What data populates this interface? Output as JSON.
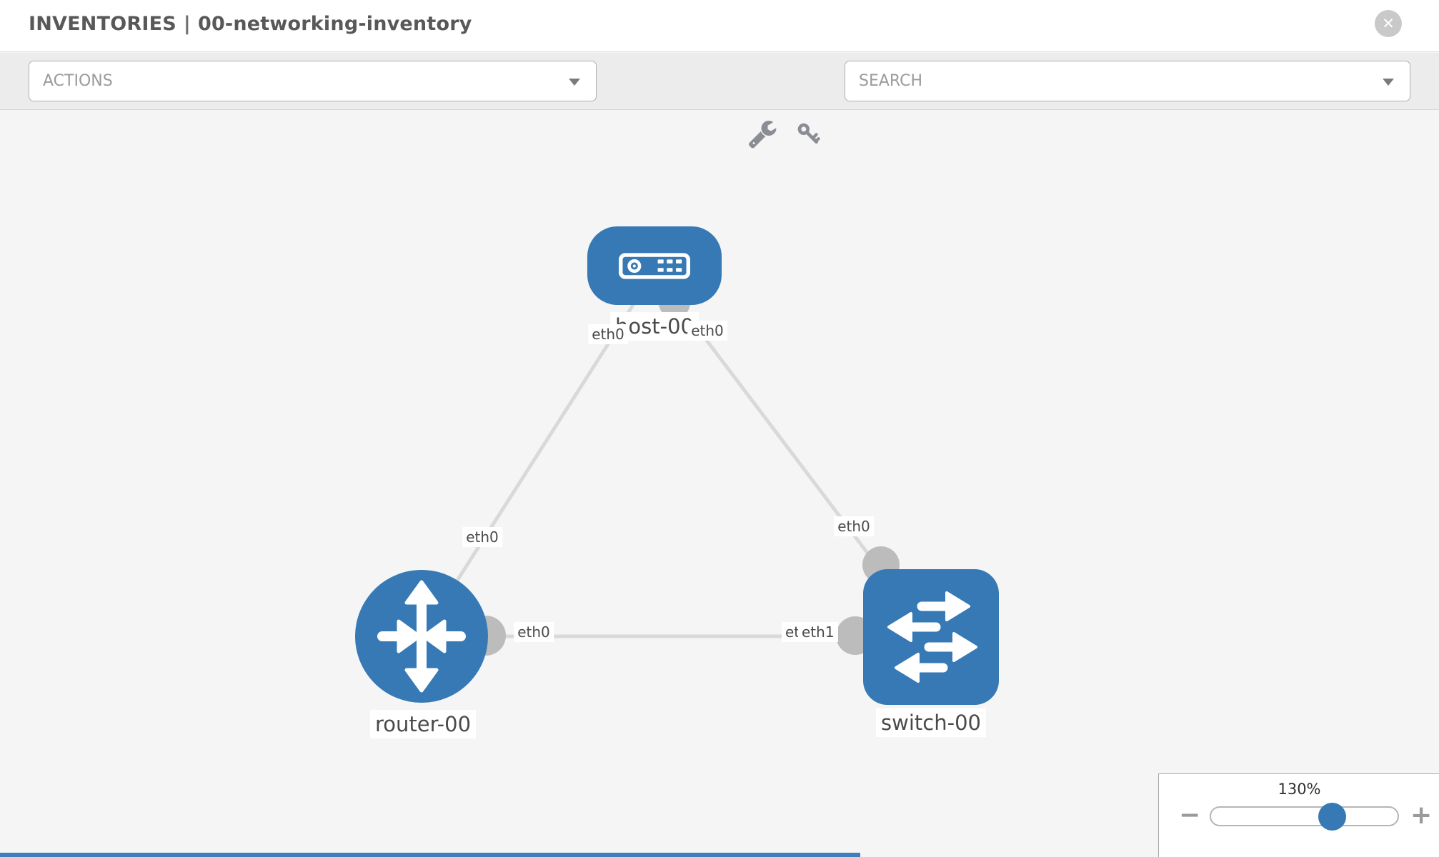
{
  "header": {
    "section": "INVENTORIES",
    "separator": "|",
    "inventory_name": "00-networking-inventory",
    "close_icon": "circle-x"
  },
  "toolbar": {
    "actions_placeholder": "ACTIONS",
    "search_placeholder": "SEARCH",
    "icons": [
      "wrench-icon",
      "key-icon"
    ]
  },
  "topology": {
    "nodes": [
      {
        "label": "host-00",
        "type": "host",
        "shape": "rounded-rect",
        "icon": "server-icon"
      },
      {
        "label": "router-00",
        "type": "router",
        "shape": "circle",
        "icon": "router-arrows-icon"
      },
      {
        "label": "switch-00",
        "type": "switch",
        "shape": "rounded-square",
        "icon": "switch-arrows-icon"
      }
    ],
    "links": [
      {
        "from": "router-00",
        "to": "host-00",
        "from_interface": "eth0",
        "to_interface": "eth0"
      },
      {
        "from": "host-00",
        "to": "switch-00",
        "from_interface": "eth0",
        "to_interface": "eth0"
      },
      {
        "from": "router-00",
        "to": "switch-00",
        "from_interface": "eth0",
        "to_interface": "eth1"
      }
    ],
    "interface_labels": {
      "host_left": "eth0",
      "host_right": "eth0",
      "router_to_host": "eth0",
      "switch_to_host": "eth0",
      "router_to_switch": "eth0",
      "switch_to_router_under": "eth0",
      "switch_to_router_over": "eth1"
    }
  },
  "zoom_control": {
    "value": "130%",
    "minus_label": "−",
    "plus_label": "+"
  },
  "colors": {
    "node_blue": "#3679b5",
    "link_gray": "#d9d9d9",
    "connector_gray": "#bcbcbc",
    "toolbar_bg": "#ececec",
    "canvas_bg": "#f5f5f5",
    "label_text": "#4a4a4a"
  }
}
